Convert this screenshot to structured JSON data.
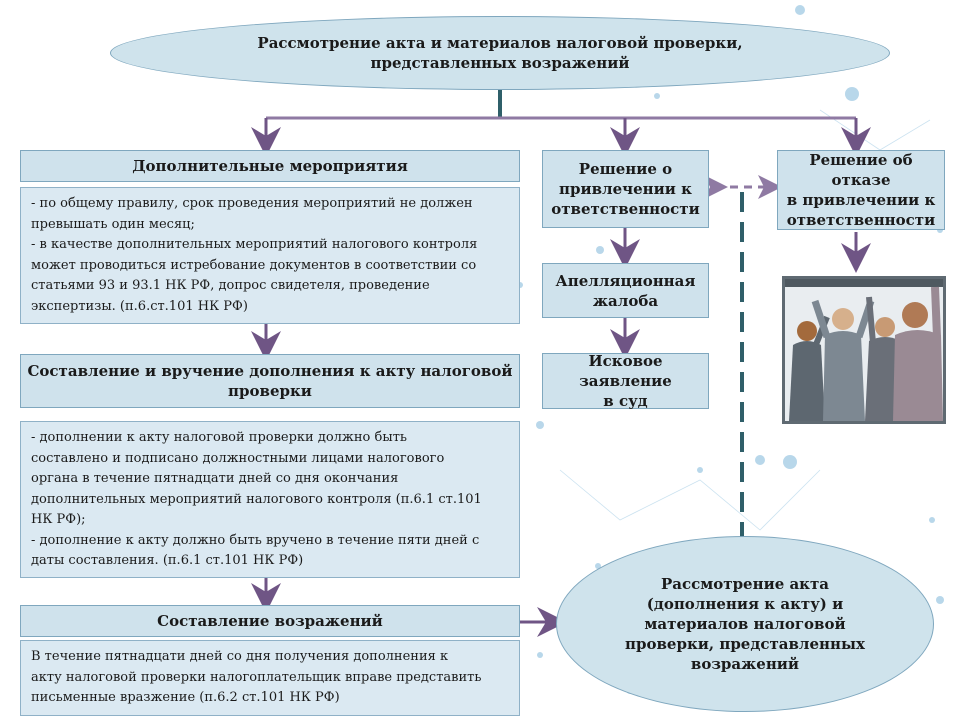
{
  "top_ellipse": {
    "title": "Рассмотрение акта и материалов налоговой проверки,\nпредставленных возражений"
  },
  "left_column": {
    "additional_measures": {
      "header": "Дополнительные мероприятия",
      "body": "- по общему правилу, срок проведения мероприятий не должен\nпревышать  один месяц;\n- в качестве дополнительных мероприятий налогового контроля\nможет проводиться истребование документов  в соответствии со\nстатьями 93 и 93.1 НК РФ, допрос свидетеля, проведение\nэкспертизы. (п.6.ст.101 НК РФ)"
    },
    "supplement": {
      "header": "Составление и вручение дополнения к акту налоговой\nпроверки",
      "body": "- дополнении  к акту налоговой проверки должно быть\nсоставлено и подписано должностными  лицами налогового\nоргана в течение пятнадцати дней со дня окончания\nдополнительных мероприятий налогового контроля (п.6.1 ст.101\nНК РФ);\n- дополнение  к акту должно быть вручено в течение пяти дней с\nдаты составления. (п.6.1 ст.101 НК РФ)"
    },
    "objections": {
      "header": "Составление возражений",
      "body": "В течение пятнадцати дней со дня получения дополнения  к\nакту налоговой проверки налогоплательщик вправе представить\nписьменные вразжение (п.6.2 ст.101 НК РФ)"
    }
  },
  "middle_column": {
    "decision_liability": "Решение о\nпривлечении к\nответственности",
    "appeal": "Апелляционная\nжалоба",
    "lawsuit": "Исковое заявление\nв суд"
  },
  "right_column": {
    "decision_refusal": "Решение об отказе\nв привлечении к\nответственности"
  },
  "bottom_ellipse": {
    "title": "Рассмотрение акта\n(дополнения к акту) и\nматериалов налоговой\nпроверки, представленных\nвозражений"
  },
  "colors": {
    "arrow": "#6f5585",
    "dash": "#2f5f69",
    "box_fill": "#d5e6f0",
    "box_border": "#8fb1c7"
  }
}
